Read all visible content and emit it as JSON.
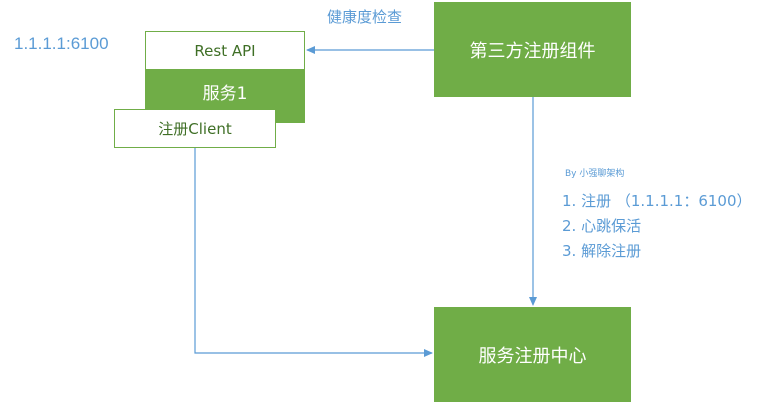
{
  "service_block": {
    "rest_api_label": "Rest API",
    "service_label": "服务1",
    "register_client_label": "注册Client",
    "address": "1.1.1.1:6100"
  },
  "third_party": {
    "label": "第三方注册组件"
  },
  "registry_center": {
    "label": "服务注册中心"
  },
  "health_check_label": "健康度检查",
  "author_note": "By 小强聊架构",
  "steps": [
    "1. 注册 （1.1.1.1：6100）",
    "2. 心跳保活",
    "3. 解除注册"
  ],
  "colors": {
    "box_green": "#70ad47",
    "arrow_blue": "#5b9bd5",
    "label_blue": "#5b9bd5"
  }
}
